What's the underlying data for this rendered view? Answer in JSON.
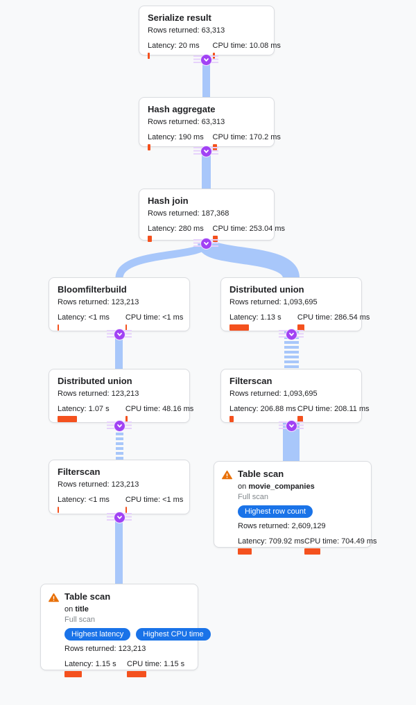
{
  "colors": {
    "edge_blue": "#a8c7fa",
    "node_bar_orange": "#f4511e",
    "badge_blue": "#1a73e8",
    "collapse_purple": "#a142f4",
    "warning_orange": "#e8710a"
  },
  "nodes": [
    {
      "title": "Serialize result",
      "rows_text": "Rows returned: 63,313",
      "latency_text": "Latency: 20 ms",
      "cpu_text": "CPU time: 10.08 ms",
      "latency_bar": 3,
      "cpu_bar": 3
    },
    {
      "title": "Hash aggregate",
      "rows_text": "Rows returned: 63,313",
      "latency_text": "Latency: 190 ms",
      "cpu_text": "CPU time: 170.2 ms",
      "latency_bar": 4,
      "cpu_bar": 6
    },
    {
      "title": "Hash join",
      "rows_text": "Rows returned: 187,368",
      "latency_text": "Latency: 280 ms",
      "cpu_text": "CPU time: 253.04 ms",
      "latency_bar": 6,
      "cpu_bar": 7
    },
    {
      "title": "Bloomfilterbuild",
      "rows_text": "Rows returned: 123,213",
      "latency_text": "Latency: <1 ms",
      "cpu_text": "CPU time: <1 ms",
      "latency_bar": 2,
      "cpu_bar": 2
    },
    {
      "title": "Distributed union",
      "rows_text": "Rows returned: 1,093,695",
      "latency_text": "Latency: 1.13 s",
      "cpu_text": "CPU time: 286.54 ms",
      "latency_bar": 28,
      "cpu_bar": 10
    },
    {
      "title": "Distributed union",
      "rows_text": "Rows returned: 123,213",
      "latency_text": "Latency: 1.07 s",
      "cpu_text": "CPU time: 48.16 ms",
      "latency_bar": 28,
      "cpu_bar": 3
    },
    {
      "title": "Filterscan",
      "rows_text": "Rows returned: 1,093,695",
      "latency_text": "Latency: 206.88 ms",
      "cpu_text": "CPU time: 208.11 ms",
      "latency_bar": 6,
      "cpu_bar": 8
    },
    {
      "title": "Filterscan",
      "rows_text": "Rows returned: 123,213",
      "latency_text": "Latency: <1 ms",
      "cpu_text": "CPU time: <1 ms",
      "latency_bar": 2,
      "cpu_bar": 2
    },
    {
      "title": "Table scan",
      "on_label": "on",
      "table": "movie_companies",
      "scan_type": "Full scan",
      "badges": [
        "Highest row count"
      ],
      "rows_text": "Rows returned: 2,609,129",
      "latency_text": "Latency: 709.92 ms",
      "cpu_text": "CPU time: 704.49 ms",
      "latency_bar": 20,
      "cpu_bar": 23
    },
    {
      "title": "Table scan",
      "on_label": "on",
      "table": "title",
      "scan_type": "Full scan",
      "badges": [
        "Highest latency",
        "Highest CPU time"
      ],
      "rows_text": "Rows returned: 123,213",
      "latency_text": "Latency: 1.15 s",
      "cpu_text": "CPU time: 1.15 s",
      "latency_bar": 25,
      "cpu_bar": 28
    }
  ]
}
